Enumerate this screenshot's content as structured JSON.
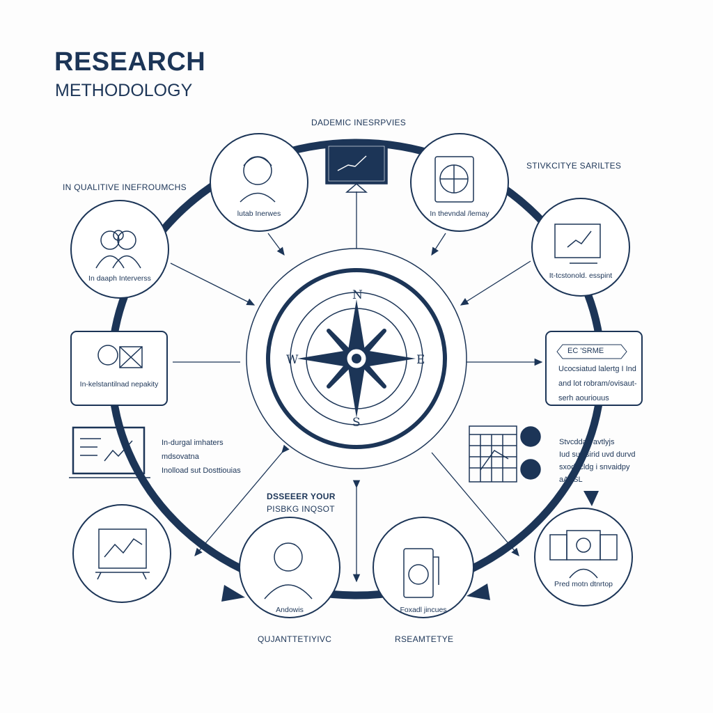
{
  "header": {
    "title": "RESEARCH",
    "subtitle": "METHODOLOGY"
  },
  "colors": {
    "primary": "#1c3557",
    "background": "#fdfdfd"
  },
  "section_labels": {
    "top": "DADEMIC INESRPVIES",
    "top_left": "IN QUALITIVE INEFROUMCHS",
    "top_right": "STIVKCITYE SARILTES",
    "center_bottom": [
      "DSSEEER YOUR",
      "PISBKG INQSOT"
    ],
    "bottom_left": "QUJANTTETIYIVC",
    "bottom_right": "RSEAMTETYE"
  },
  "compass": {
    "north": "N",
    "south": "S",
    "east": "E",
    "west": "W"
  },
  "nodes": {
    "interviews": {
      "caption": "lutab Inerwes",
      "icon": "person-icon"
    },
    "monitor": {
      "icon": "monitor-chart-icon"
    },
    "thevndal": {
      "caption": "In thevndal /lemay",
      "icon": "globe-document-icon"
    },
    "espint": {
      "caption": "It-tcstonold. esspint",
      "icon": "monitor-chart-icon"
    },
    "depth": {
      "caption": "In daaph Interverss",
      "icon": "group-icon"
    },
    "nepakity": {
      "caption": "In-kelstantilnad nepakity",
      "icon": "presentation-icon"
    },
    "ec_frame": {
      "badge": "EC 'SRME",
      "lines": [
        "Ucocsiatud lalertg I Ind",
        "and lot robram/ovisaut-",
        "serh aouriouus"
      ]
    },
    "laptop": {
      "lines": [
        "In-durgal imhaters",
        "mdsovatna",
        "Inolload sut Dosttiouias"
      ],
      "icon": "laptop-chart-icon"
    },
    "grid": {
      "lines": [
        "Stvcddad avtlyjs",
        "Iud suvisirid uvd durvd",
        "sxoducldg i snvaidpy",
        "aAI)SL"
      ],
      "icon": "spreadsheet-icon"
    },
    "chart_board": {
      "icon": "chart-board-icon"
    },
    "andowis": {
      "caption": "Andowis",
      "icon": "person-icon"
    },
    "foxadl": {
      "caption": "Foxadl jincues",
      "icon": "document-icon"
    },
    "pred": {
      "caption": "Pred motn dtnrtop",
      "icon": "gear-monitor-icon"
    }
  }
}
